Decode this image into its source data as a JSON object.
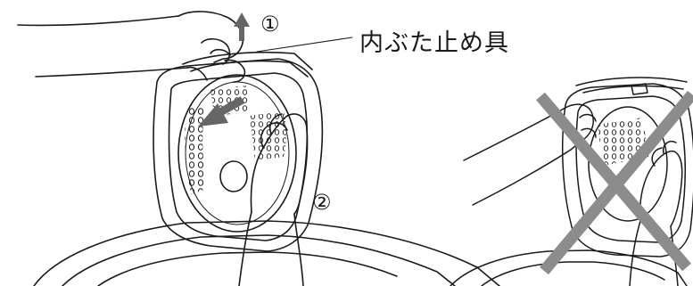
{
  "callout": {
    "label": "内ぶた止め具"
  },
  "steps": {
    "step_1": "①",
    "step_2": "②"
  },
  "colors": {
    "line": "#1a1a1a",
    "arrow": "#666666",
    "cross": "#8c8c8c",
    "background": "#ffffff"
  }
}
